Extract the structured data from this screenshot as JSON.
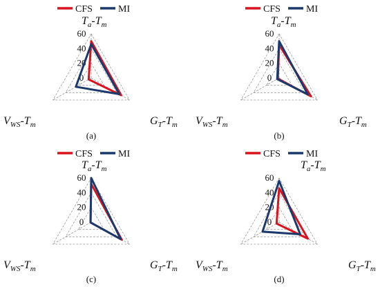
{
  "legend": {
    "cfs_label": "CFS",
    "mi_label": "MI"
  },
  "axis_labels": {
    "top": {
      "main": "T",
      "sub": "a",
      "rest": "-T",
      "rest_sub": "m"
    },
    "right": {
      "main": "G",
      "sub": "T",
      "rest": "-T",
      "rest_sub": "m"
    },
    "left": {
      "main": "V",
      "sub": "WS",
      "rest": "-T",
      "rest_sub": "m"
    }
  },
  "ticks": [
    "0",
    "20",
    "40",
    "60"
  ],
  "colors": {
    "cfs": "#d9141e",
    "mi": "#1b3a6b",
    "grid": "#9a9a9a"
  },
  "chart_data": [
    {
      "type": "radar",
      "panel": "(a)",
      "axes": [
        "Ta-Tm",
        "GT-Tm",
        "VWS-Tm"
      ],
      "rmax": 60,
      "series": [
        {
          "name": "CFS",
          "values": [
            50,
            47,
            4
          ]
        },
        {
          "name": "MI",
          "values": [
            46,
            44,
            24
          ]
        }
      ]
    },
    {
      "type": "radar",
      "panel": "(b)",
      "axes": [
        "Ta-Tm",
        "GT-Tm",
        "VWS-Tm"
      ],
      "rmax": 60,
      "series": [
        {
          "name": "CFS",
          "values": [
            45,
            50,
            2
          ]
        },
        {
          "name": "MI",
          "values": [
            50,
            45,
            3
          ]
        }
      ]
    },
    {
      "type": "radar",
      "panel": "(c)",
      "axes": [
        "Ta-Tm",
        "GT-Tm",
        "VWS-Tm"
      ],
      "rmax": 60,
      "series": [
        {
          "name": "CFS",
          "values": [
            52,
            48,
            1
          ]
        },
        {
          "name": "MI",
          "values": [
            60,
            46,
            1
          ]
        }
      ]
    },
    {
      "type": "radar",
      "panel": "(d)",
      "axes": [
        "Ta-Tm",
        "GT-Tm",
        "VWS-Tm"
      ],
      "rmax": 60,
      "series": [
        {
          "name": "CFS",
          "values": [
            46,
            45,
            4
          ]
        },
        {
          "name": "MI",
          "values": [
            56,
            33,
            26
          ]
        }
      ]
    }
  ]
}
